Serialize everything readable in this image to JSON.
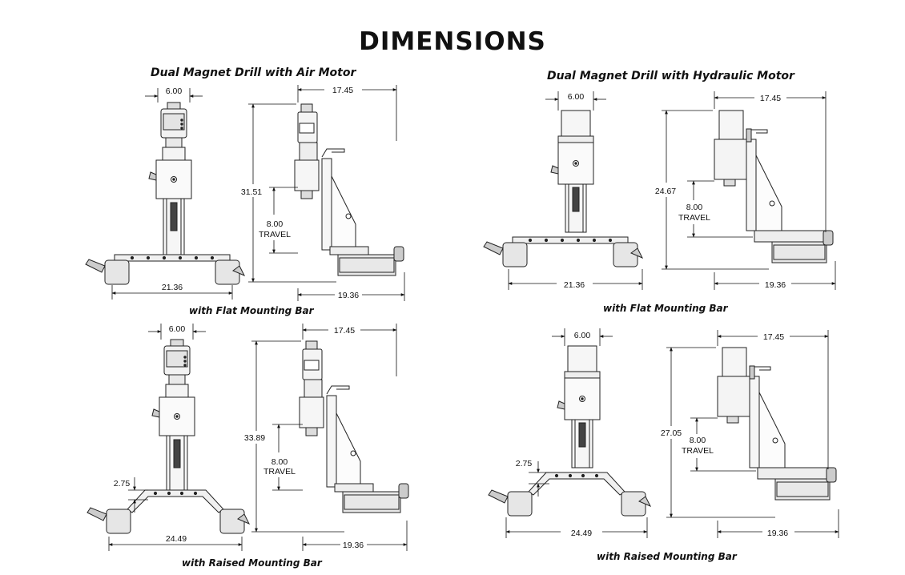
{
  "title": "DIMENSIONS",
  "sections": {
    "air": {
      "heading": "Dual Magnet Drill with Air Motor",
      "flat": {
        "caption": "with Flat Mounting Bar",
        "front_width": "6.00",
        "base_width": "21.36",
        "side_depth": "17.45",
        "height": "31.51",
        "travel_value": "8.00",
        "travel_label": "TRAVEL",
        "side_base": "19.36"
      },
      "raised": {
        "caption": "with Raised Mounting Bar",
        "front_width": "6.00",
        "base_width": "24.49",
        "raise": "2.75",
        "side_depth": "17.45",
        "height": "33.89",
        "travel_value": "8.00",
        "travel_label": "TRAVEL",
        "side_base": "19.36"
      }
    },
    "hydraulic": {
      "heading": "Dual Magnet Drill with Hydraulic Motor",
      "flat": {
        "caption": "with Flat Mounting Bar",
        "front_width": "6.00",
        "base_width": "21.36",
        "side_depth": "17.45",
        "height": "24.67",
        "travel_value": "8.00",
        "travel_label": "TRAVEL",
        "side_base": "19.36"
      },
      "raised": {
        "caption": "with Raised Mounting Bar",
        "front_width": "6.00",
        "base_width": "24.49",
        "raise": "2.75",
        "side_depth": "17.45",
        "height": "27.05",
        "travel_value": "8.00",
        "travel_label": "TRAVEL",
        "side_base": "19.36"
      }
    }
  }
}
